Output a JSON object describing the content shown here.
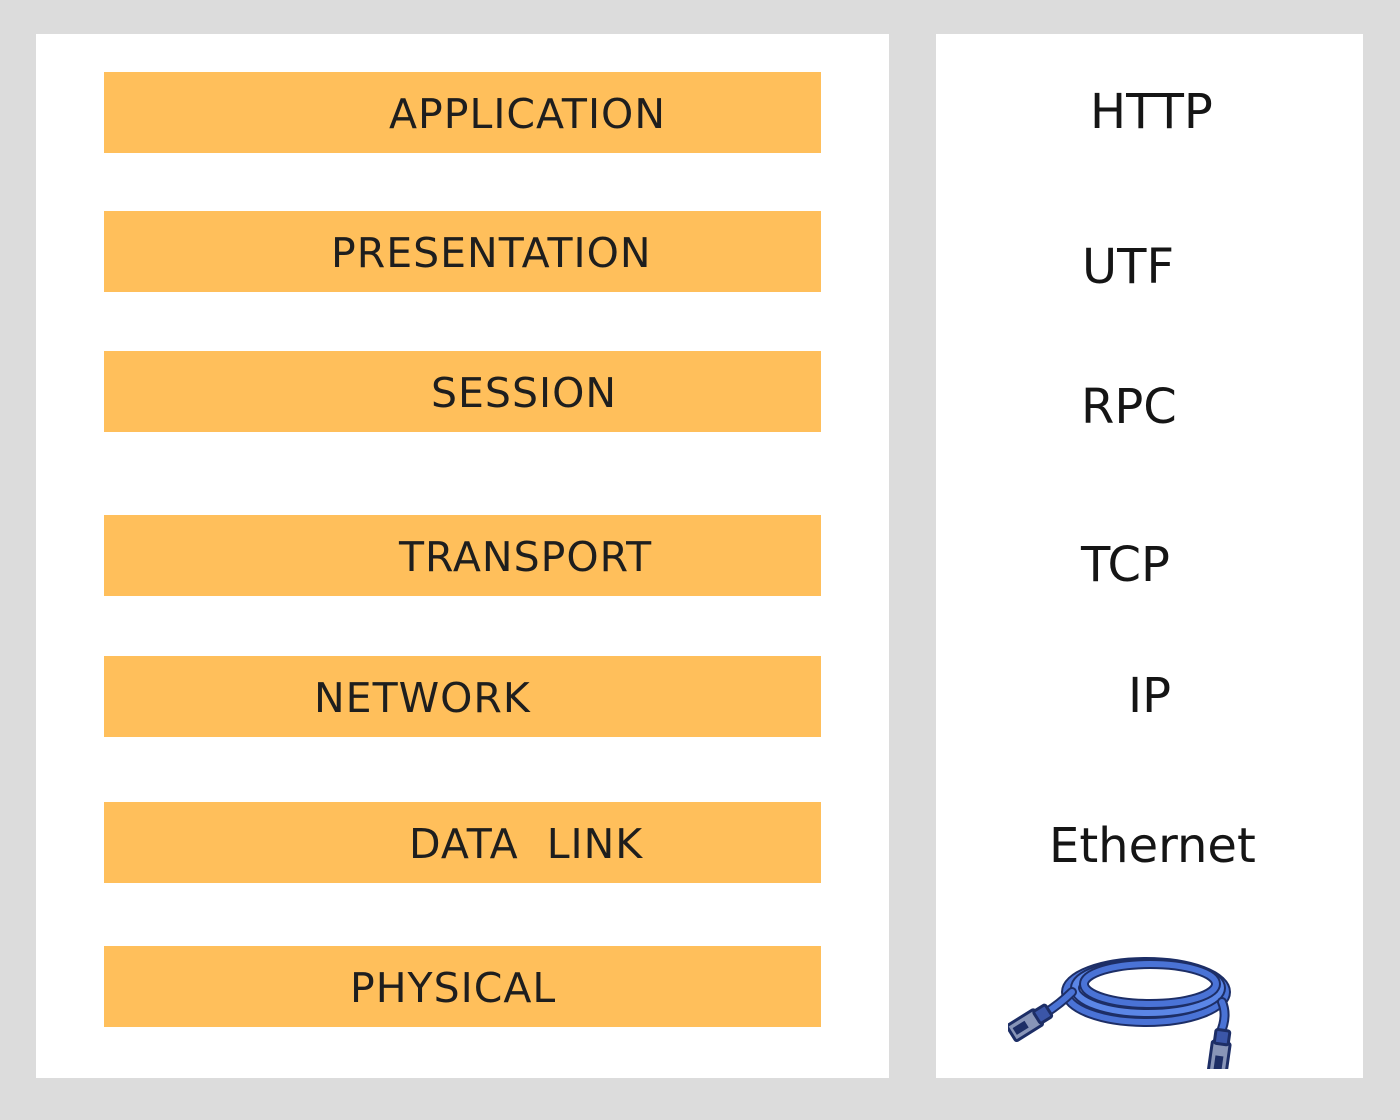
{
  "layers": [
    {
      "label": "APPLICATION"
    },
    {
      "label": "PRESENTATION"
    },
    {
      "label": "SESSION"
    },
    {
      "label": "TRANSPORT"
    },
    {
      "label": "NETWORK"
    },
    {
      "label": "DATA  LINK"
    },
    {
      "label": "PHYSICAL"
    }
  ],
  "protocols": [
    {
      "label": "HTTP"
    },
    {
      "label": "UTF"
    },
    {
      "label": "RPC"
    },
    {
      "label": "TCP"
    },
    {
      "label": "IP"
    },
    {
      "label": "Ethernet"
    }
  ],
  "physical_icon": "network-cable-icon",
  "colors": {
    "layer_bar": "#ffbf5b",
    "panel": "#ffffff",
    "background": "#dcdcdc",
    "cable": "#4a73d6"
  }
}
